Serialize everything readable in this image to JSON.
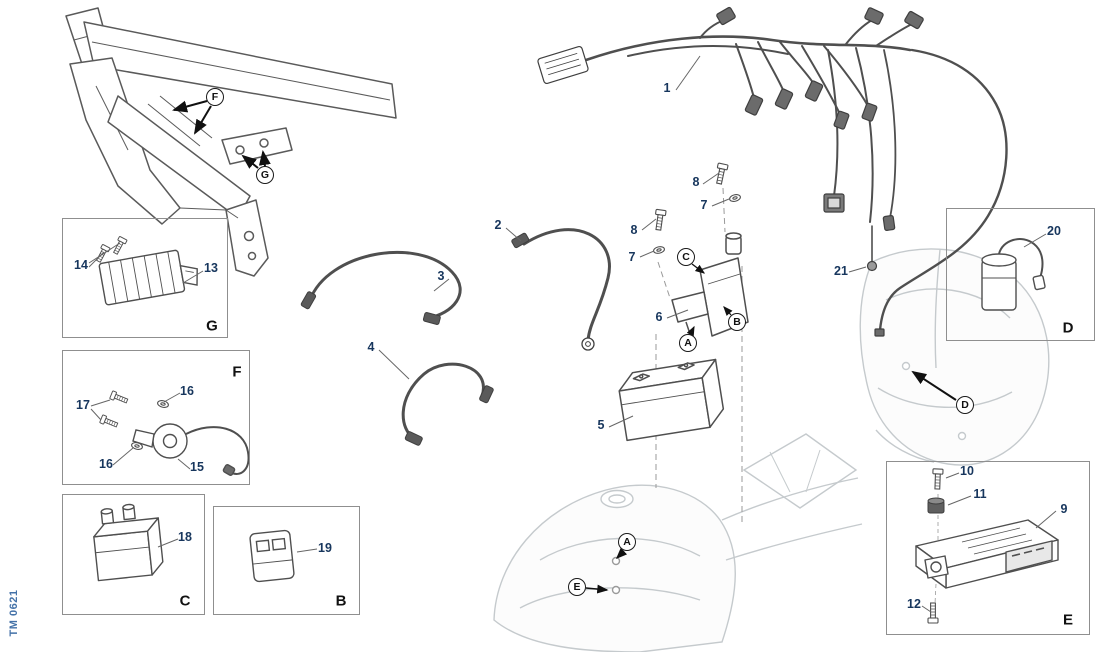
{
  "doc_code": "TM 0621",
  "colors": {
    "callout_number": "#17365d",
    "doc_code": "#4472a8",
    "line_art": "#4f4f4f",
    "faded_art": "#c5cacd"
  },
  "callouts": {
    "1": "1",
    "2": "2",
    "3": "3",
    "4": "4",
    "5": "5",
    "6": "6",
    "7a": "7",
    "7b": "7",
    "8a": "8",
    "8b": "8",
    "9": "9",
    "10": "10",
    "11": "11",
    "12": "12",
    "13": "13",
    "14": "14",
    "15": "15",
    "16a": "16",
    "16b": "16",
    "17": "17",
    "18": "18",
    "19": "19",
    "20": "20",
    "21": "21"
  },
  "ref_letters": {
    "A": "A",
    "B": "B",
    "C": "C",
    "D": "D",
    "E": "E",
    "F": "F",
    "G": "G"
  },
  "detail_box_labels": {
    "B": "B",
    "C": "C",
    "D": "D",
    "E": "E",
    "F": "F",
    "G": "G"
  }
}
